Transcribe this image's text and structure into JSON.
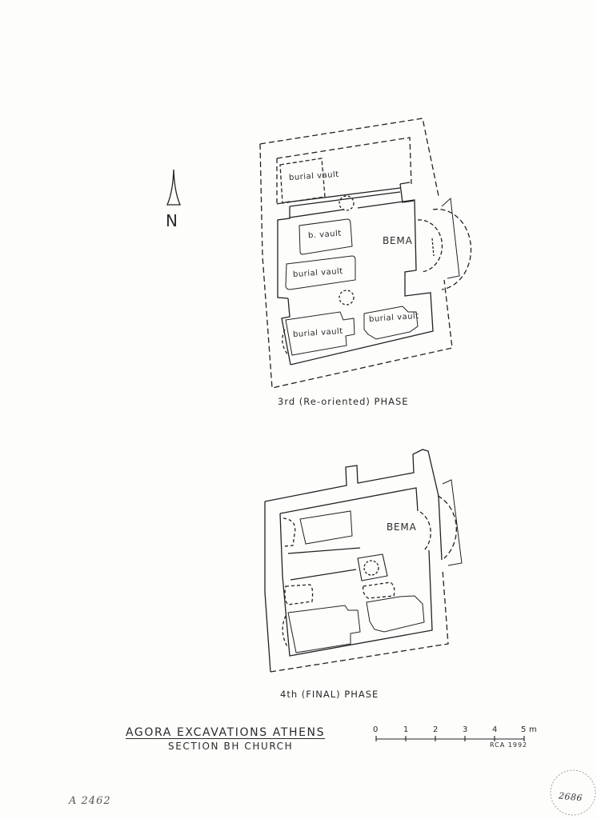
{
  "drawing": {
    "title": "AGORA EXCAVATIONS ATHENS",
    "subtitle": "SECTION BH CHURCH",
    "north_label": "N",
    "credit": "RCA 1992",
    "catalog_number": "A 2462",
    "stamp_number": "2686"
  },
  "scale_bar": {
    "ticks": [
      "0",
      "1",
      "2",
      "3",
      "4",
      "5"
    ],
    "unit": "m"
  },
  "plan_3rd": {
    "caption": "3rd (Re-oriented) PHASE",
    "bema_label": "BEMA",
    "vaults": [
      {
        "label": "burial vault"
      },
      {
        "label": "b. vault"
      },
      {
        "label": "burial vault"
      },
      {
        "label": "burial vault"
      },
      {
        "label": "burial vault"
      }
    ]
  },
  "plan_4th": {
    "caption": "4th (FINAL) PHASE",
    "bema_label": "BEMA"
  },
  "colors": {
    "paper": "#fdfdfc",
    "ink": "#222222"
  }
}
